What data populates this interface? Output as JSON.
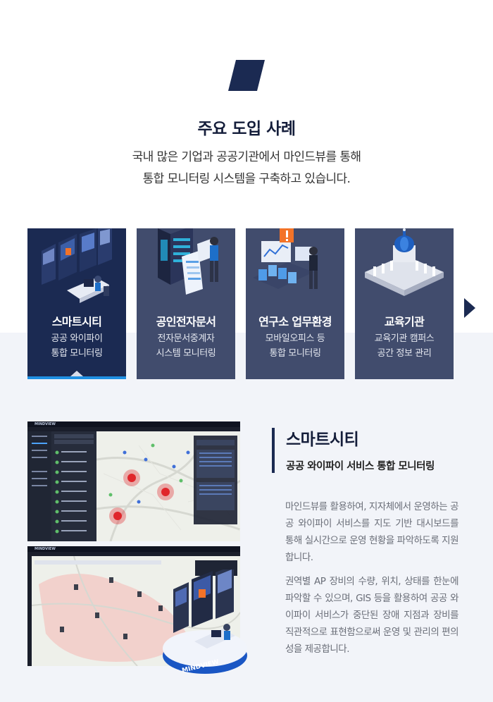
{
  "header": {
    "title": "주요 도입 사례",
    "description_line1": "국내 많은 기업과 공공기관에서 마인드뷰를 통해",
    "description_line2": "통합 모니터링 시스템을 구축하고 있습니다."
  },
  "cards": [
    {
      "name": "스마트시티",
      "sub1": "공공 와이파이",
      "sub2": "통합 모니터링",
      "active": true
    },
    {
      "name": "공인전자문서",
      "sub1": "전자문서중계자",
      "sub2": "시스템 모니터링",
      "active": false
    },
    {
      "name": "연구소 업무환경",
      "sub1": "모바일오피스 등",
      "sub2": "통합 모니터링",
      "active": false
    },
    {
      "name": "교육기관",
      "sub1": "교육기관 캠퍼스",
      "sub2": "공간 정보 관리",
      "active": false
    }
  ],
  "detail": {
    "title": "스마트시티",
    "subtitle": "공공 와이파이 서비스 통합 모니터링",
    "paragraph1": "마인드뷰를 활용하여, 지자체에서 운영하는 공공 와이파이 서비스를 지도 기반 대시보드를 통해 실시간으로 운영 현황을 파악하도록 지원합니다.",
    "paragraph2": "권역별 AP 장비의 수량, 위치, 상태를 한눈에 파악할 수 있으며, GIS 등을 활용하여 공공 와이파이 서비스가 중단된 장애 지점과 장비를 직관적으로 표현함으로써 운영 및 관리의 편의성을 제공합니다."
  },
  "screenshot": {
    "brand": "MINDVIEW"
  },
  "colors": {
    "navy": "#1b2a52",
    "card": "#414c6d",
    "accent": "#1f8fe3",
    "alert": "#e0262b"
  }
}
